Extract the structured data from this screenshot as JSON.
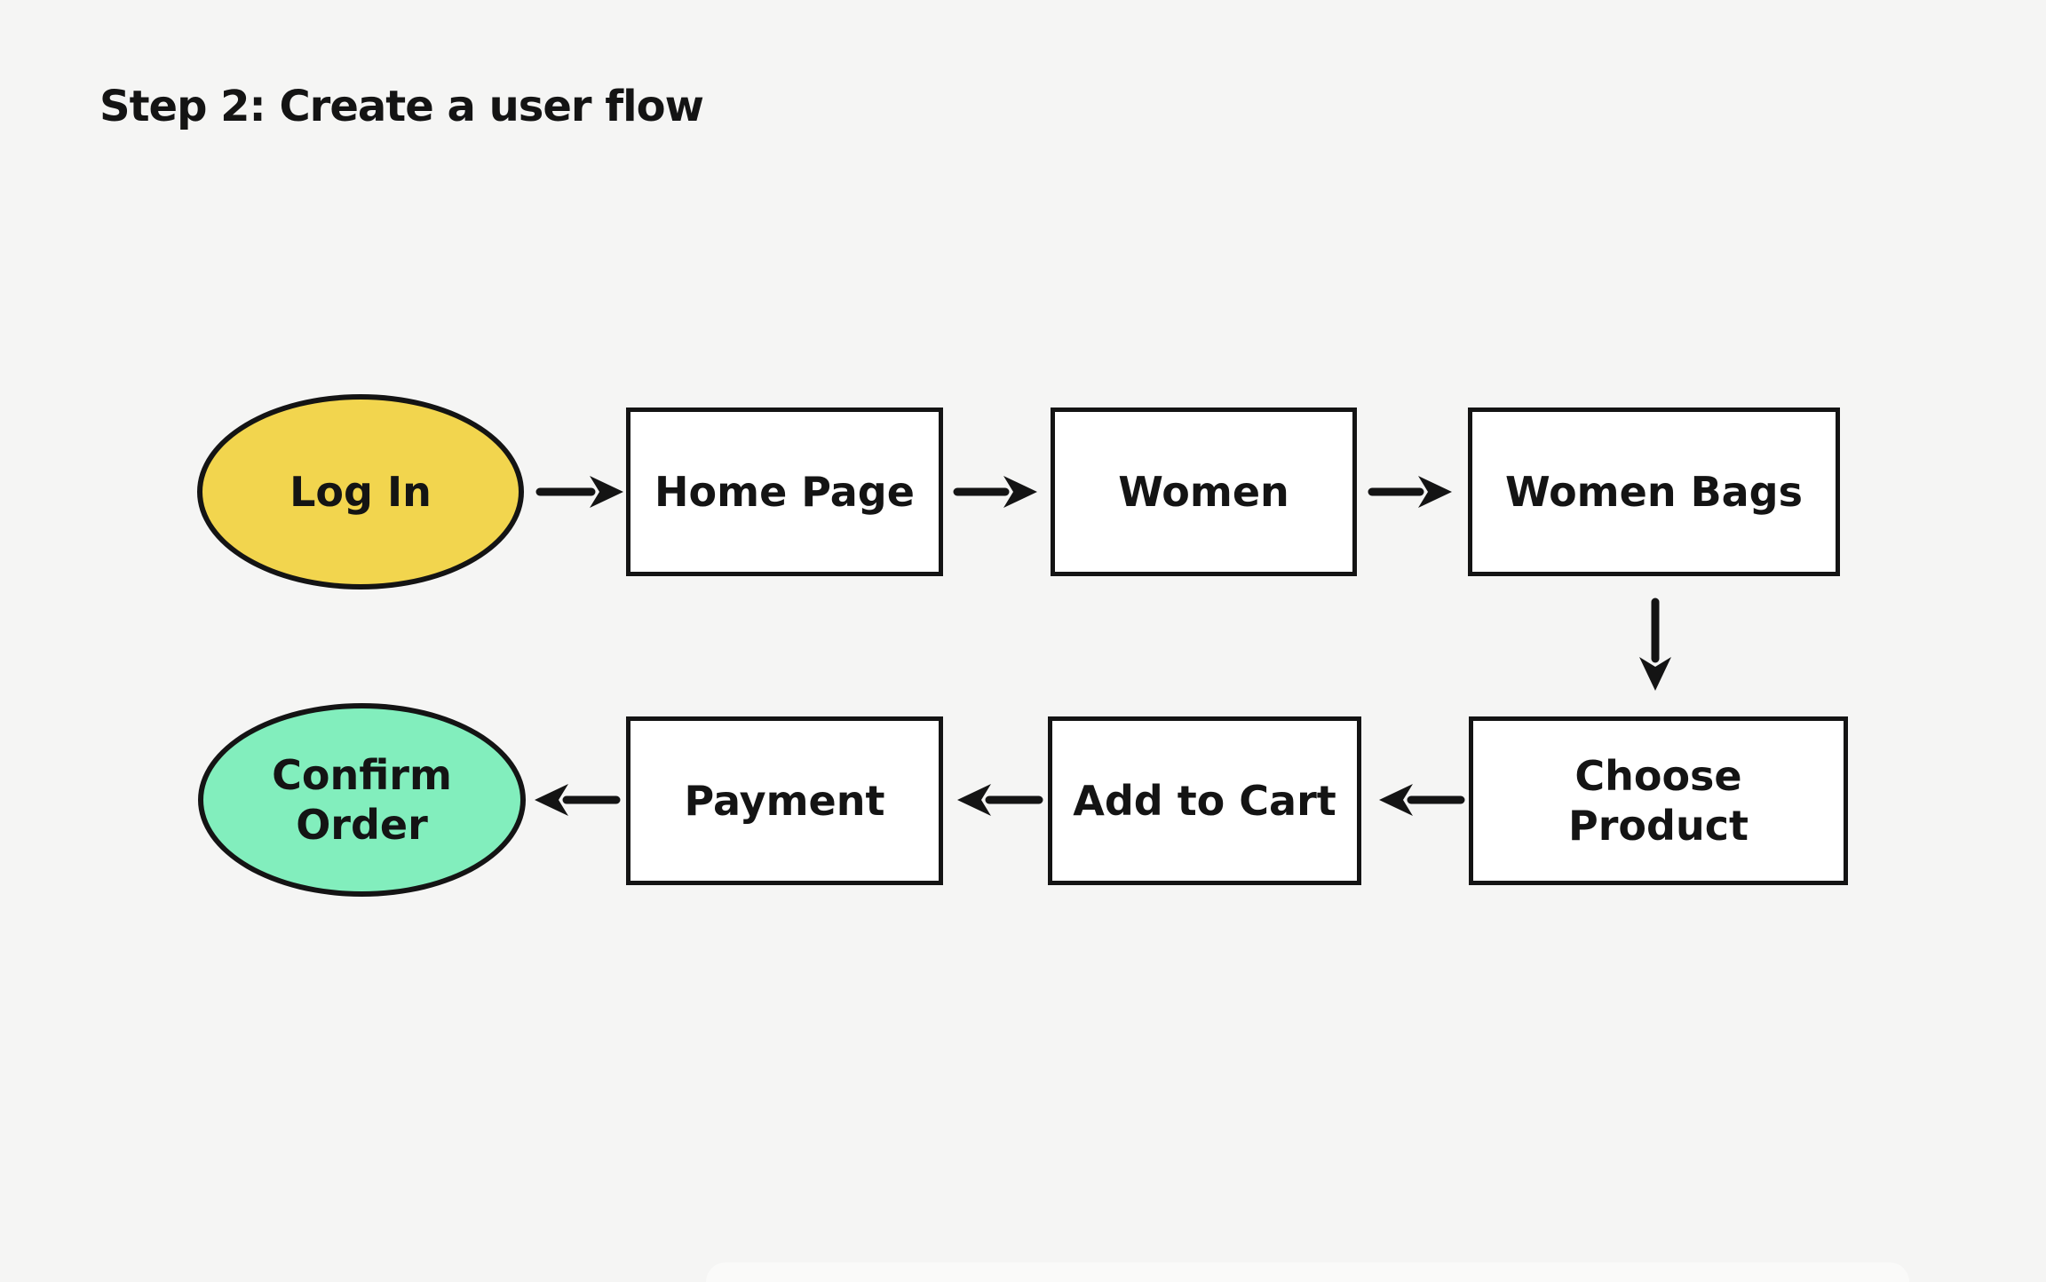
{
  "title": "Step 2: Create a user flow",
  "colors": {
    "background": "#f5f5f4",
    "box_fill": "#ffffff",
    "outline": "#141414",
    "text": "#141414",
    "arrow": "#141414",
    "start_node_fill": "#f2d54e",
    "end_node_fill": "#82eebd"
  },
  "nodes": {
    "login": {
      "label": "Log In",
      "shape": "ellipse",
      "role": "start"
    },
    "home_page": {
      "label": "Home Page",
      "shape": "rectangle"
    },
    "women": {
      "label": "Women",
      "shape": "rectangle"
    },
    "women_bags": {
      "label": "Women Bags",
      "shape": "rectangle"
    },
    "choose_product": {
      "lines": [
        "Choose",
        "Product"
      ],
      "shape": "rectangle"
    },
    "add_to_cart": {
      "label": "Add to Cart",
      "shape": "rectangle"
    },
    "payment": {
      "label": "Payment",
      "shape": "rectangle"
    },
    "confirm_order": {
      "lines": [
        "Confirm",
        "Order"
      ],
      "shape": "ellipse",
      "role": "end"
    }
  },
  "edges": [
    {
      "from": "login",
      "to": "home_page",
      "direction": "right"
    },
    {
      "from": "home_page",
      "to": "women",
      "direction": "right"
    },
    {
      "from": "women",
      "to": "women_bags",
      "direction": "right"
    },
    {
      "from": "women_bags",
      "to": "choose_product",
      "direction": "down"
    },
    {
      "from": "choose_product",
      "to": "add_to_cart",
      "direction": "left"
    },
    {
      "from": "add_to_cart",
      "to": "payment",
      "direction": "left"
    },
    {
      "from": "payment",
      "to": "confirm_order",
      "direction": "left"
    }
  ]
}
